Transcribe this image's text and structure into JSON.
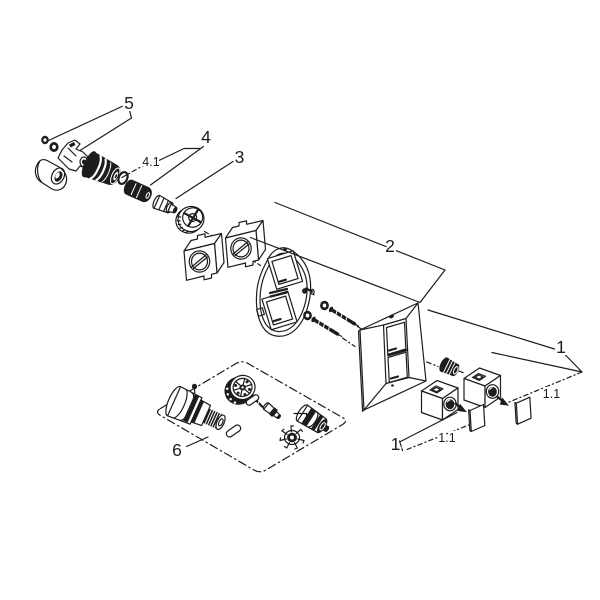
{
  "figure": {
    "type": "exploded-parts-diagram"
  },
  "colors": {
    "ink": "#1d1d1b",
    "background": "#ffffff"
  },
  "labels": {
    "part5": "5",
    "part4": "4",
    "part4_1": "4.1",
    "part3": "3",
    "part2": "2",
    "part1_top": "1",
    "part1_1_top": "1.1",
    "part1_bottom": "1",
    "part1_1_bottom": "1.1",
    "part6": "6"
  }
}
